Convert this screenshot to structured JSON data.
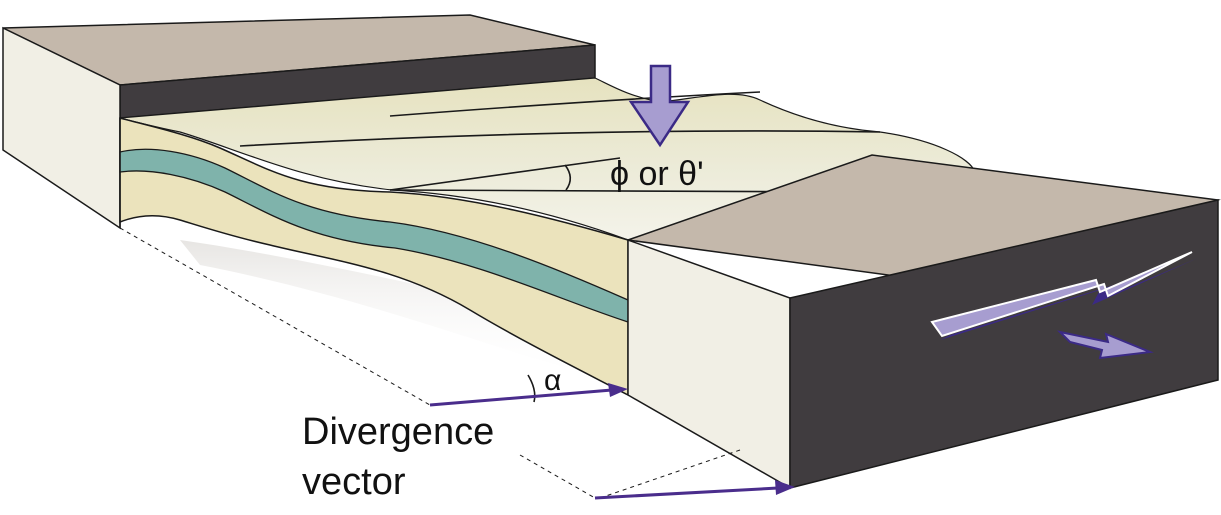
{
  "labels": {
    "angle_phi": "ϕ or θ'",
    "angle_alpha": "α",
    "divergence_line1": "Divergence",
    "divergence_line2": "vector"
  },
  "colors": {
    "block_top": "#c4b8ab",
    "block_front": "#f1efe5",
    "block_dark": "#403c3f",
    "layer_cream": "#ebe3bc",
    "layer_teal": "#7fb3ab",
    "surface": "#e8e4c8",
    "arrow_light": "#a79dd0",
    "arrow_dark": "#3b2a86",
    "vector": "#4a2d8c"
  },
  "icons": {
    "compression_arrow": "down-arrow-icon",
    "strike_slip_arrow": "right-arrow-icon",
    "divergence_arrow": "right-arrow-icon"
  }
}
